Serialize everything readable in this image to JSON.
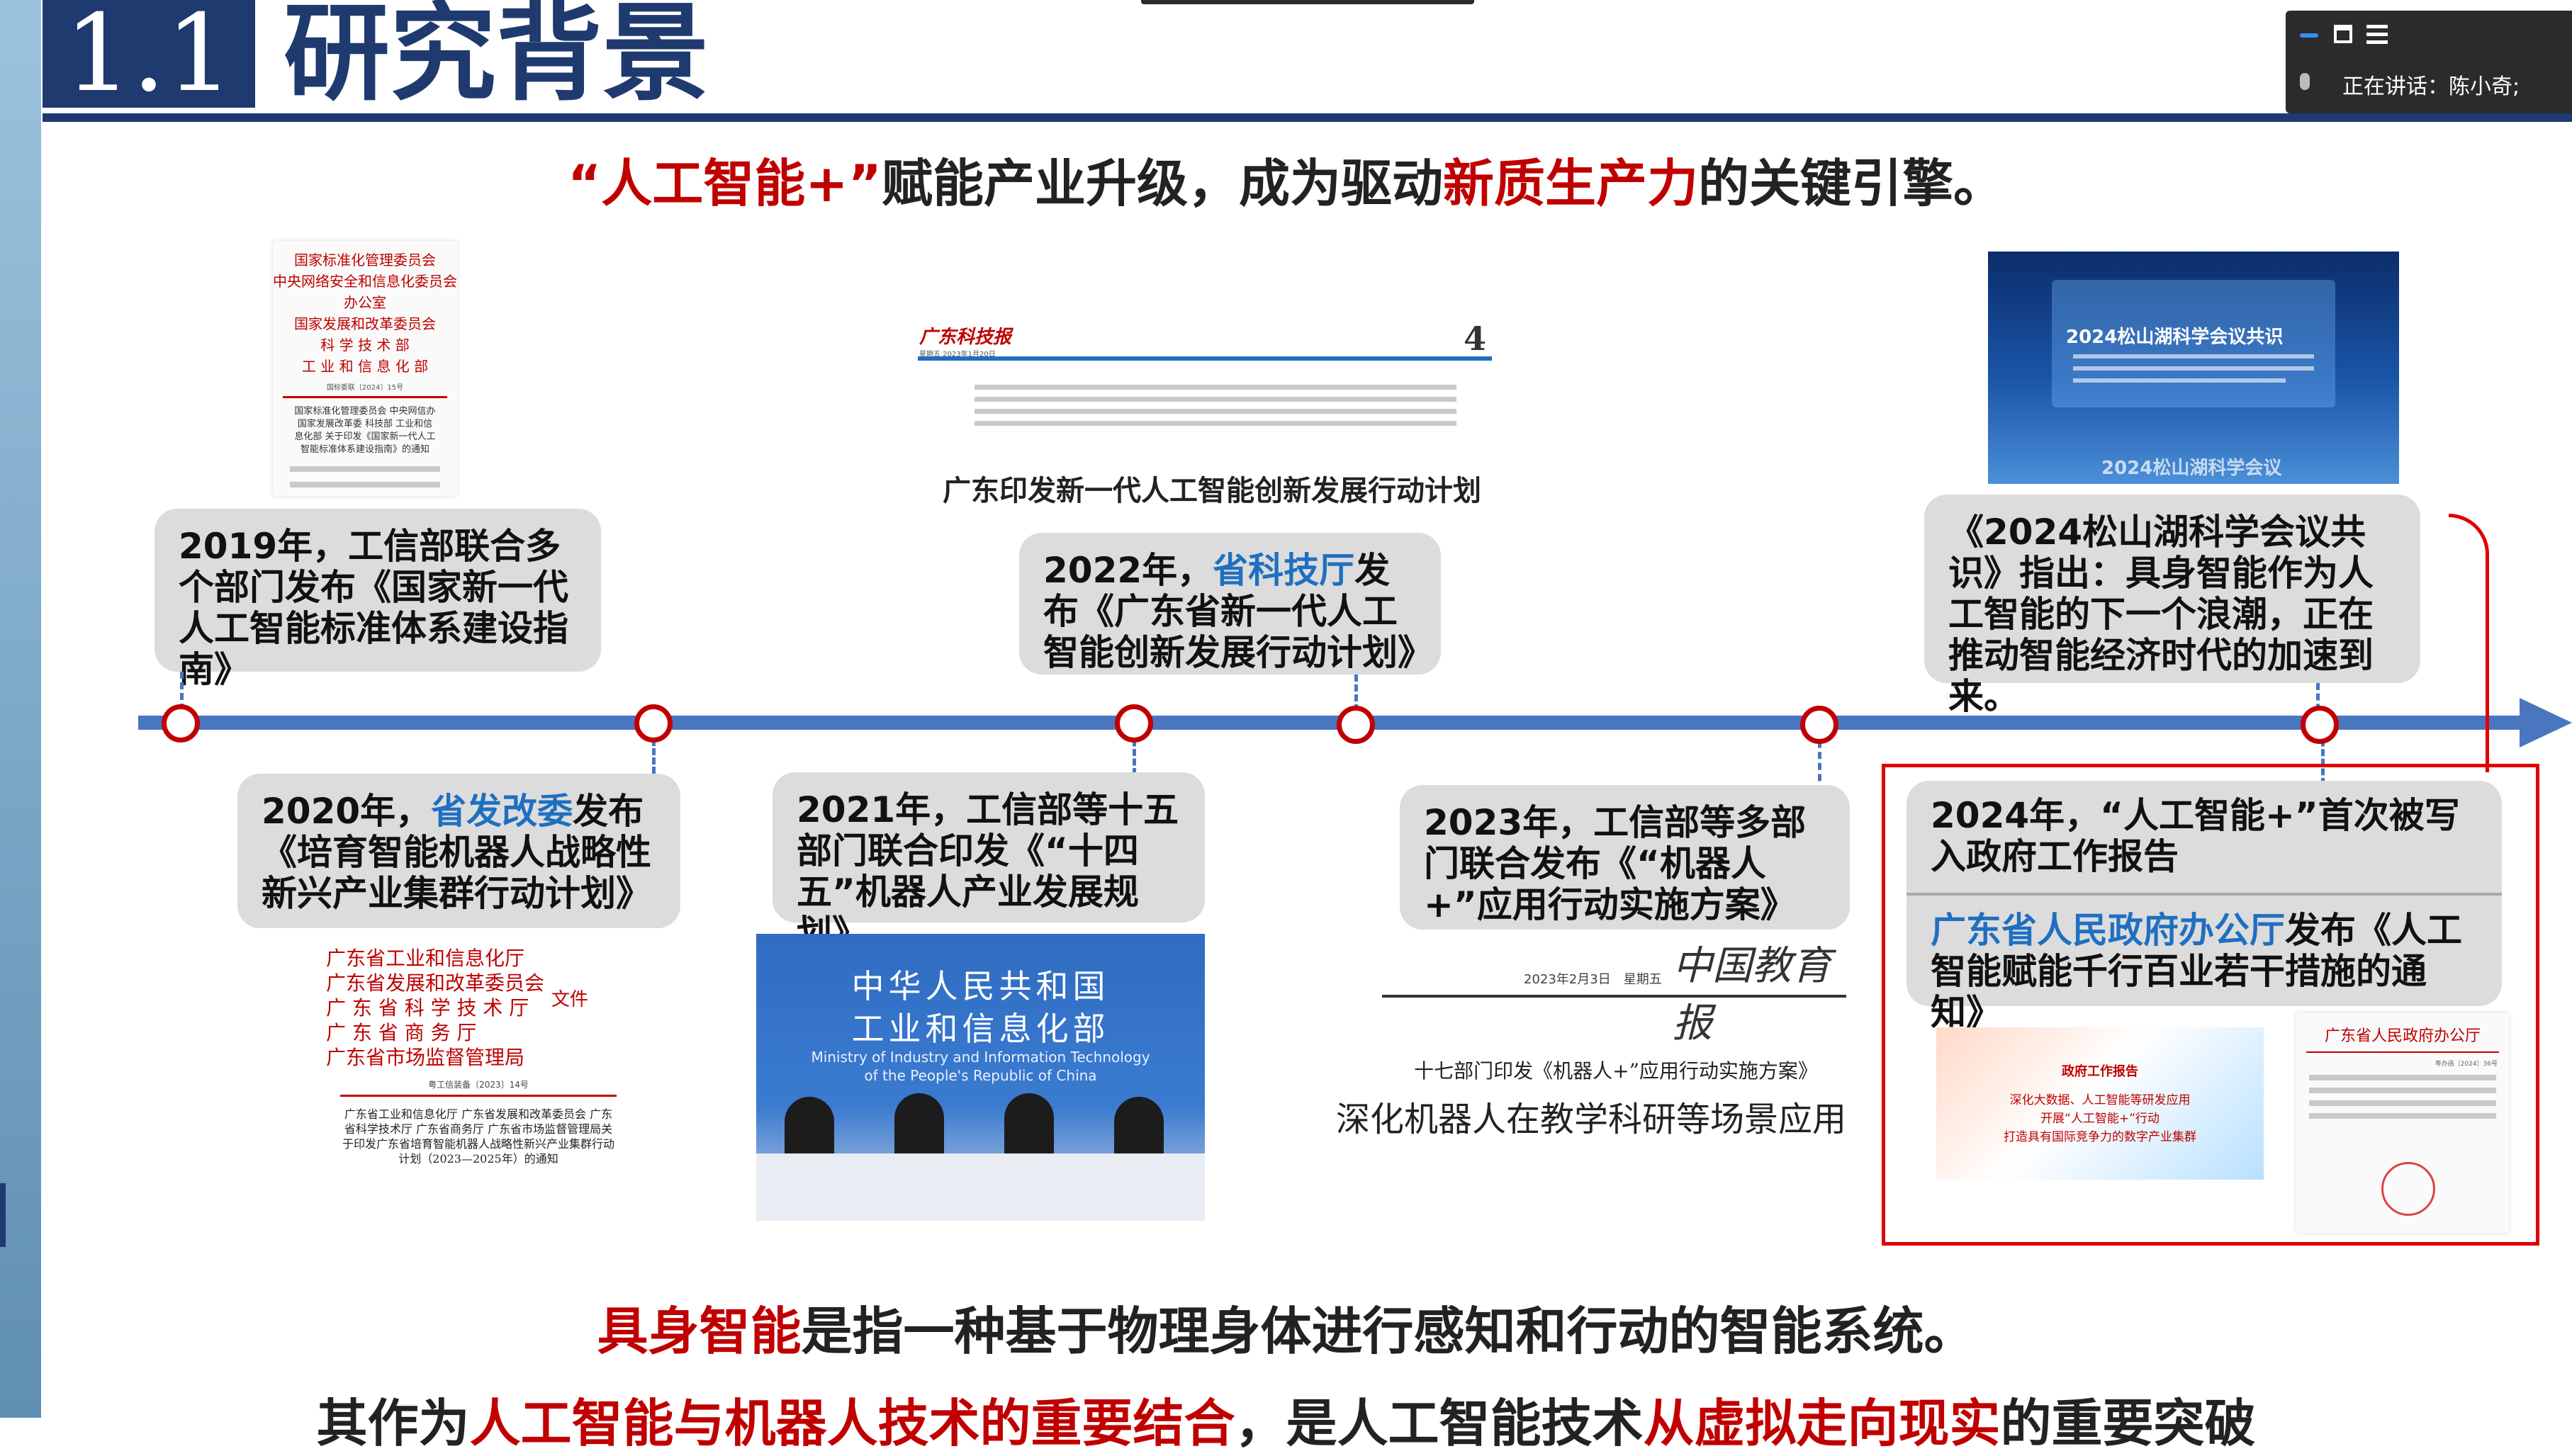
{
  "header": {
    "number": "1.1",
    "title": "研究背景"
  },
  "tagline": {
    "part1": "“人工智能+”",
    "part2": "赋能产业升级，成为驱动",
    "part3": "新质生产力",
    "part4": "的关键引擎。"
  },
  "meeting": {
    "speaking_label": "正在讲话：陈小奇;"
  },
  "docs": {
    "doc2019": {
      "header_lines": [
        "国家标准化管理委员会",
        "中央网络安全和信息化委员会办公室",
        "国家发展和改革委员会",
        "科 学 技 术 部",
        "工 业 和 信 息 化 部"
      ],
      "number": "国标委联〔2024〕15号",
      "subject": "国家标准化管理委员会 中央网信办 国家发展改革委 科技部 工业和信息化部 关于印发《国家新一代人工智能标准体系建设指南》的通知"
    },
    "news2022": {
      "masthead": "广东科技报",
      "date": "星期五 2023年1月20日",
      "page": "4",
      "headline": "广东印发新一代人工智能创新发展行动计划"
    },
    "songshan": {
      "title": "2024松山湖科学会议共识",
      "banner": "2024松山湖科学会议"
    },
    "doc2020": {
      "header_lines": [
        "广东省工业和信息化厅",
        "广东省发展和改革委员会",
        "广 东 省 科 学 技 术 厅",
        "广 东 省 商 务 厅",
        "广东省市场监督管理局"
      ],
      "suffix": "文件",
      "number": "粤工信装备〔2023〕14号",
      "subject": "广东省工业和信息化厅 广东省发展和改革委员会 广东省科学技术厅 广东省商务厅 广东省市场监督管理局关于印发广东省培育智能机器人战略性新兴产业集群行动计划（2023—2025年）的通知"
    },
    "miit": {
      "cn_line1": "中华人民共和国",
      "cn_line2": "工业和信息化部",
      "en_line1": "Ministry of Industry and Information Technology",
      "en_line2": "of the People's Republic of China"
    },
    "news2023": {
      "masthead": "中国教育报",
      "date": "2023年2月3日　星期五",
      "sub": "十七部门印发《机器人+”应用行动实施方案》",
      "headline": "深化机器人在教学科研等场景应用"
    },
    "report2024": {
      "label": "政府工作报告",
      "l1": "深化大数据、人工智能等研发应用",
      "l2": "开展“人工智能+”行动",
      "l3": "打造具有国际竞争力的数字产业集群"
    },
    "gdnotice": {
      "header": "广东省人民政府办公厅",
      "number": "粤办函〔2024〕36号"
    }
  },
  "timeline": {
    "y2019": "2019年，工信部联合多个部门发布《国家新一代人工智能标准体系建设指南》",
    "y2020": {
      "pre": "2020年，",
      "hl": "省发改委",
      "post": "发布《培育智能机器人战略性新兴产业集群行动计划》"
    },
    "y2021": "2021年，工信部等十五部门联合印发《“十四五”机器人产业发展规划》",
    "y2022": {
      "pre": "2022年，",
      "hl": "省科技厅",
      "post": "发布《广东省新一代人工智能创新发展行动计划》"
    },
    "y2023": "2023年，工信部等多部门联合发布《“机器人+”应用行动实施方案》",
    "y2024a": "《2024松山湖科学会议共识》指出：具身智能作为人工智能的下一个浪潮，正在推动智能经济时代的加速到来。",
    "y2024b": "2024年，“人工智能+”首次被写入政府工作报告",
    "y2024c": {
      "hl": "广东省人民政府办公厅",
      "post": "发布《人工智能赋能千行百业若干措施的通知》"
    }
  },
  "bottom": {
    "line1_hl": "具身智能",
    "line1_post": "是指一种基于物理身体进行感知和行动的智能系统。",
    "line2_pre": "其作为",
    "line2_hl1": "人工智能与机器人技术的重要结合",
    "line2_mid": "，是人工智能技术",
    "line2_hl2": "从虚拟走向现实",
    "line2_post": "的重要突破"
  }
}
